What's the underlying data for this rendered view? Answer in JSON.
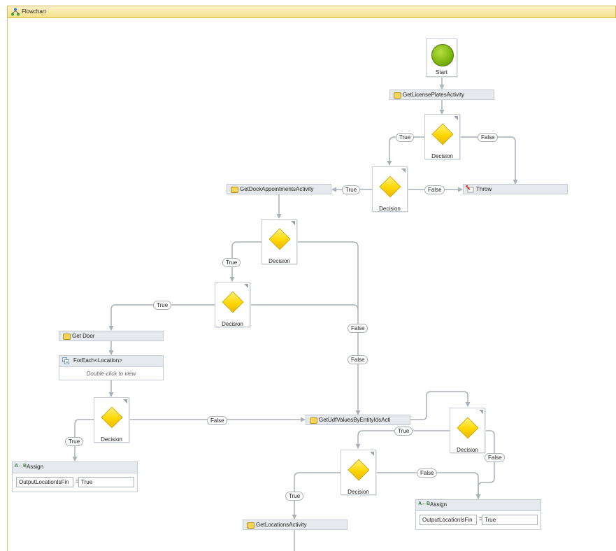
{
  "window": {
    "title": "Flowchart",
    "icon": "flowchart-icon"
  },
  "start": {
    "label": "Start"
  },
  "activities": {
    "get_license_plates": "GetLicensePlatesActivity",
    "throw": "Throw",
    "get_dock_appointments": "GetDockAppointmentsActivity",
    "get_door": "Get Door",
    "get_udf_values": "GetUdfValuesByEntityIdsActi",
    "get_locations": "GetLocationsActivity"
  },
  "foreach": {
    "title": "ForEach<Location>",
    "hint": "Double-click to view"
  },
  "decision_label": "Decision",
  "labels": {
    "true": "True",
    "false": "False"
  },
  "assign": {
    "title": "Assign",
    "icon_text": "A←B",
    "left": {
      "target": "OutputLocationIsFin",
      "op": "=",
      "value": "True"
    },
    "right": {
      "target": "OutputLocationIsFin",
      "op": "=",
      "value": "True"
    }
  },
  "colors": {
    "title_bar": "#f6e08c",
    "decision_fill": "#ffd700",
    "start_fill": "#7cb410",
    "activity_fill": "#e6e9ed",
    "connector": "#a9b0b8"
  }
}
